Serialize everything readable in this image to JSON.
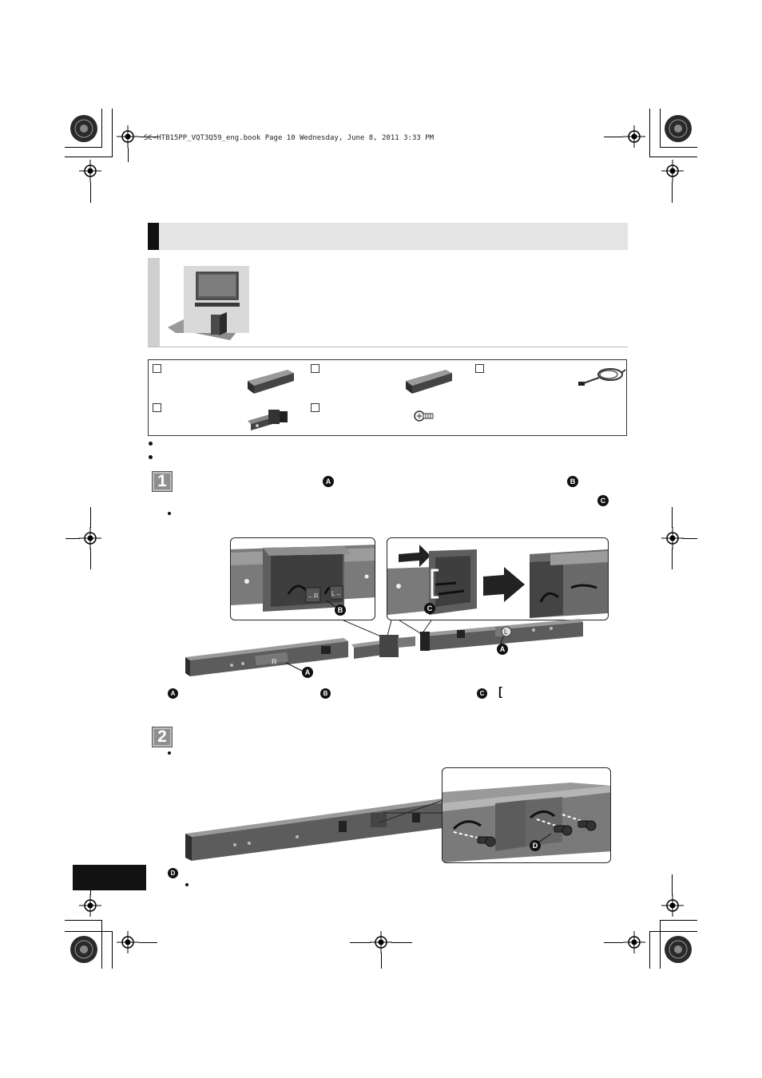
{
  "header": {
    "file_info": "SC-HTB15PP_VQT3Q59_eng.book  Page 10  Wednesday, June 8, 2011  3:33 PM"
  },
  "accessories": {
    "labels": [
      "",
      "",
      "",
      "",
      ""
    ]
  },
  "step1": {
    "number": "1",
    "markers": {
      "a": "A",
      "b": "B",
      "c": "C"
    }
  },
  "step2": {
    "number": "2",
    "markers": {
      "d": "D"
    }
  },
  "figure1": {
    "callout_markers": {
      "b": "B",
      "c": "C"
    },
    "bar_markers": {
      "a_left": "A",
      "a_right": "A"
    },
    "speaker_labels": {
      "right": "R",
      "left": "L",
      "cable_r": "←R",
      "cable_l": "L→"
    }
  },
  "legend1": {
    "a": "A",
    "b": "B",
    "c": "C",
    "c_bracket": "["
  },
  "figure2": {
    "callout_marker": "D"
  },
  "legend2": {
    "d": "D"
  },
  "colors": {
    "section_bar": "#e4e4e4",
    "step_badge": "#8f8f8f",
    "marker": "#111111",
    "bar_body": "#6b6b6b"
  }
}
